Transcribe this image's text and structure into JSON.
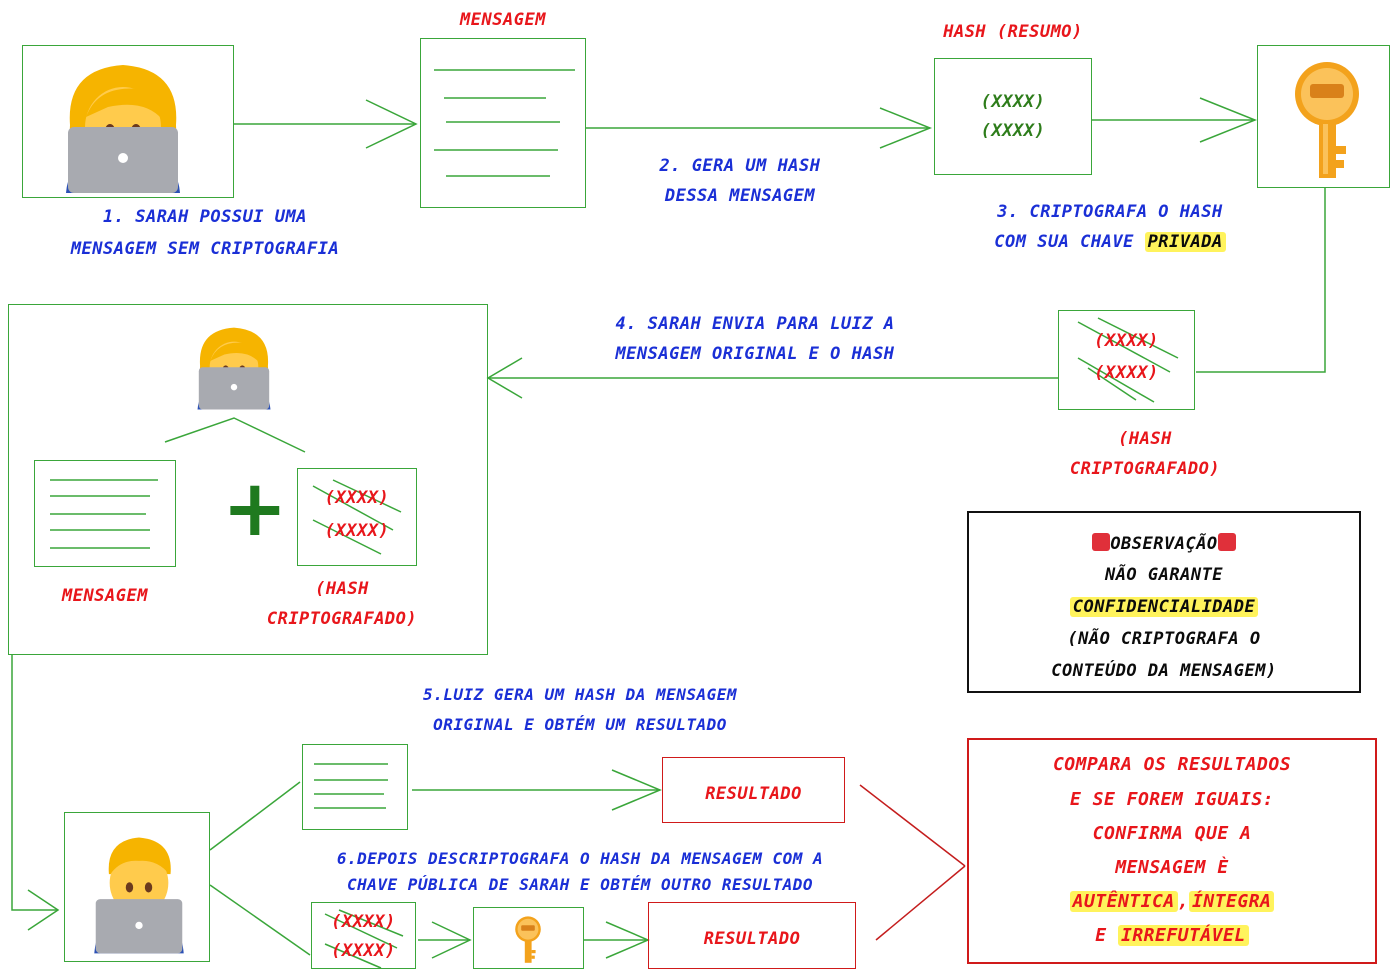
{
  "labels": {
    "mensagem_top": "MENSAGEM",
    "hash_resumo": "HASH (RESUMO)",
    "hash_line1": "(XXXX)",
    "hash_line2": "(XXXX)",
    "step1": [
      "1. SARAH POSSUI UMA",
      "MENSAGEM SEM CRIPTOGRAFIA"
    ],
    "step2": [
      "2. GERA UM HASH",
      "DESSA MENSAGEM"
    ],
    "step3_line1": "3. CRIPTOGRAFA O HASH",
    "step3_line2_prefix": "COM SUA CHAVE ",
    "step3_line2_highlight": "PRIVADA",
    "step4": [
      "4. SARAH ENVIA PARA LUIZ A",
      "MENSAGEM ORIGINAL E O HASH"
    ],
    "hash_crypt_label": [
      "(HASH",
      "CRIPTOGRAFADO)"
    ],
    "mensagem_inner": "MENSAGEM",
    "hash_crypt_inner": [
      "(HASH",
      "CRIPTOGRAFADO)"
    ],
    "step5": [
      "5.LUIZ GERA UM HASH DA MENSAGEM",
      "ORIGINAL E OBTÉM UM RESULTADO"
    ],
    "step6": [
      "6.DEPOIS DESCRIPTOGRAFA O HASH DA MENSAGEM COM A",
      "CHAVE PÚBLICA DE SARAH E OBTÉM OUTRO RESULTADO"
    ],
    "resultado": "RESULTADO",
    "observacao": {
      "title": "OBSERVAÇÃO",
      "line1": "NÃO GARANTE",
      "line2_highlight": "CONFIDENCIALIDADE",
      "line3": "(NÃO CRIPTOGRAFA O",
      "line4": "CONTEÚDO DA MENSAGEM)"
    },
    "compara": {
      "line1": "COMPARA OS RESULTADOS",
      "line2": "E SE FOREM IGUAIS:",
      "line3": "CONFIRMA QUE A",
      "line4": "MENSAGEM È",
      "line5_hl1": "AUTÊNTICA",
      "line5_sep": ",",
      "line5_hl2": "ÍNTEGRA",
      "line6_prefix": "E ",
      "line6_hl": "IRREFUTÁVEL"
    },
    "plus_sign": "+"
  },
  "colors": {
    "green_line": "#3aa63a",
    "blue_text": "#1a2fd6",
    "red_text": "#e8161b",
    "highlight": "#fff35c",
    "compare_border": "#d01a1a",
    "plus": "#1f7a1f"
  },
  "icons": {
    "sarah": "woman-technologist-icon",
    "luiz": "man-technologist-icon",
    "key": "key-icon",
    "alert": "rotating-light-icon"
  }
}
